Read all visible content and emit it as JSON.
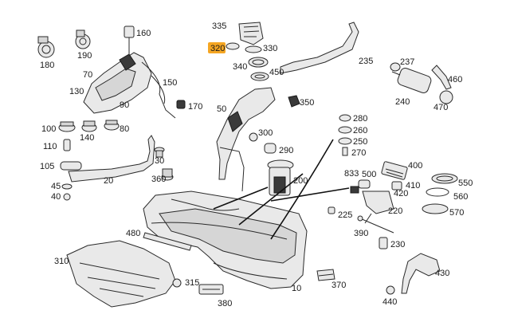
{
  "highlight_color": "#f5a623",
  "labels": {
    "l10": "10",
    "l20": "20",
    "l30": "30",
    "l40": "40",
    "l45": "45",
    "l50": "50",
    "l70": "70",
    "l80": "80",
    "l90": "90",
    "l100": "100",
    "l105": "105",
    "l110": "110",
    "l130": "130",
    "l140": "140",
    "l150": "150",
    "l160": "160",
    "l170": "170",
    "l180": "180",
    "l190": "190",
    "l200": "200",
    "l220": "220",
    "l225": "225",
    "l230": "230",
    "l235": "235",
    "l237": "237",
    "l240": "240",
    "l250": "250",
    "l260": "260",
    "l270": "270",
    "l280": "280",
    "l290": "290",
    "l300": "300",
    "l310": "310",
    "l315": "315",
    "l320": "320",
    "l330": "330",
    "l335": "335",
    "l340": "340",
    "l350": "350",
    "l360": "360",
    "l370": "370",
    "l380": "380",
    "l390": "390",
    "l400": "400",
    "l410": "410",
    "l420": "420",
    "l430": "430",
    "l440": "440",
    "l450": "450",
    "l460": "460",
    "l470": "470",
    "l480": "480",
    "l500": "500",
    "l550": "550",
    "l560": "560",
    "l570": "570",
    "l833": "833"
  }
}
